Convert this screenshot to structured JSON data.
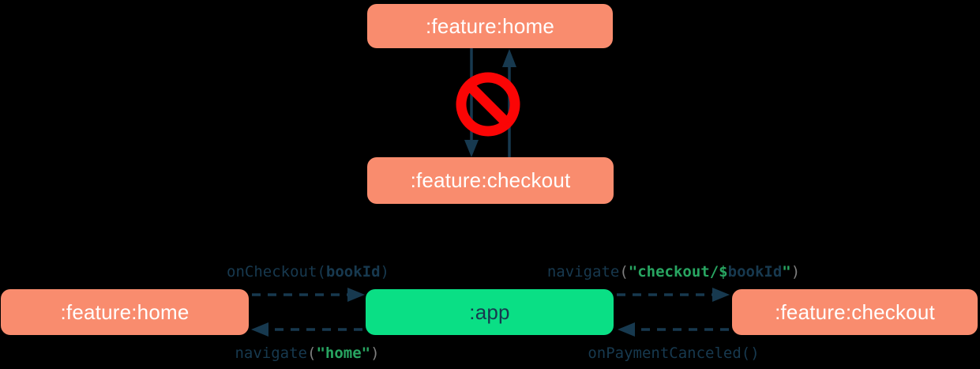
{
  "colors": {
    "background": "#000000",
    "feature_box": "#F98C6E",
    "app_box": "#0ADF85",
    "navy_text_and_arrows": "#17394F",
    "code_string_green": "#28A561",
    "paren_gray": "#7E7E7E",
    "prohibition_red": "#FB0505",
    "feature_box_text": "#FFFFFF"
  },
  "top_diagram": {
    "home_label": ":feature:home",
    "checkout_label": ":feature:checkout",
    "arrows": [
      {
        "from": ":feature:home",
        "to": ":feature:checkout",
        "style": "solid"
      },
      {
        "from": ":feature:checkout",
        "to": ":feature:home",
        "style": "solid"
      }
    ],
    "icon": "prohibition-icon"
  },
  "bottom_diagram": {
    "home_label": ":feature:home",
    "app_label": ":app",
    "checkout_label": ":feature:checkout",
    "edges": {
      "on_checkout": {
        "from": ":feature:home",
        "to": ":app",
        "style": "dashed",
        "tokens": {
          "0": {
            "text": "onCheckout("
          },
          "1": {
            "text": "bookId"
          },
          "2": {
            "text": ")"
          }
        }
      },
      "navigate_checkout": {
        "from": ":app",
        "to": ":feature:checkout",
        "style": "dashed",
        "tokens": {
          "0": {
            "text": "navigate"
          },
          "1": {
            "text": "("
          },
          "2": {
            "text": "\"checkout/$"
          },
          "3": {
            "text": "bookId"
          },
          "4": {
            "text": "\""
          },
          "5": {
            "text": ")"
          }
        }
      },
      "navigate_home": {
        "from": ":app",
        "to": ":feature:home",
        "style": "dashed",
        "tokens": {
          "0": {
            "text": "navigate"
          },
          "1": {
            "text": "("
          },
          "2": {
            "text": "\"home\""
          },
          "3": {
            "text": ")"
          }
        }
      },
      "on_payment_canceled": {
        "from": ":feature:checkout",
        "to": ":app",
        "style": "dashed",
        "tokens": {
          "0": {
            "text": "onPaymentCanceled()"
          }
        }
      }
    }
  }
}
